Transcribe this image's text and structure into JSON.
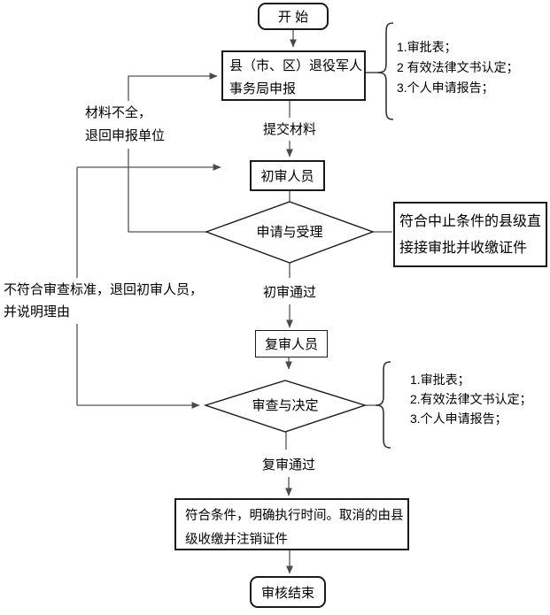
{
  "nodes": {
    "start": {
      "label": "开 始"
    },
    "apply": {
      "text": "县（市、区）退役军人\n事务局申报"
    },
    "first_review": {
      "label": "初审人员"
    },
    "accept_decision": {
      "label": "申请与受理"
    },
    "suspend": {
      "text": "符合中止条件的县级直\n接接审批并收缴证件"
    },
    "second_review": {
      "label": "复审人员"
    },
    "review_decision": {
      "label": "审查与决定"
    },
    "result": {
      "text": "符合条件，明确执行时间。取消的由县\n级收缴并注销证件"
    },
    "end": {
      "label": "审核结束"
    }
  },
  "edge_labels": {
    "submit_materials": "提交材料",
    "first_pass": "初审通过",
    "second_pass": "复审通过",
    "incomplete": "材料不全，\n退回申报单位",
    "reject": "不符合审查标准，退回初审人员，\n并说明理由"
  },
  "annotations": {
    "first": {
      "items": [
        "1.审批表；",
        "2 有效法律文书认定；",
        "3.个人申请报告；"
      ]
    },
    "second": {
      "items": [
        "1.审批表；",
        "2.有效法律文书认定；",
        "3.个人申请报告；"
      ]
    }
  },
  "colors": {
    "background": "#ffffff",
    "box_border": "#1a1a1a",
    "connector": "#555555",
    "text": "#000000"
  }
}
